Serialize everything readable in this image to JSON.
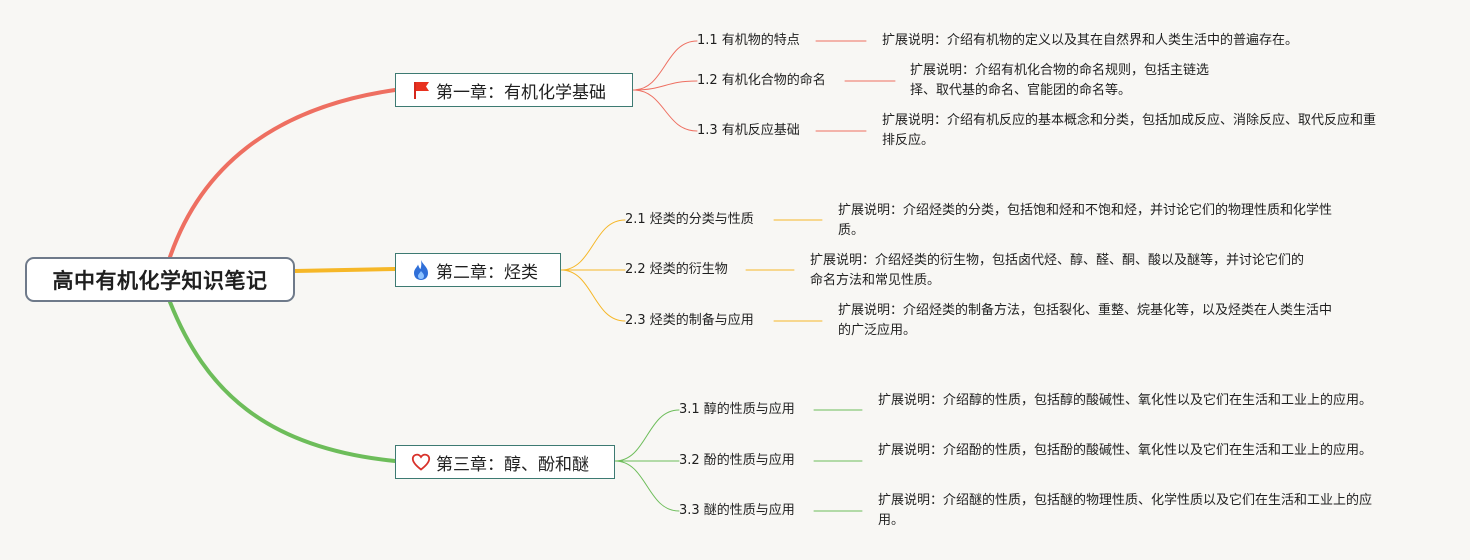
{
  "root": {
    "title": "高中有机化学知识笔记"
  },
  "chapters": [
    {
      "title": "第一章：有机化学基础",
      "icon": "red-flag-icon",
      "color": "#ee6f61",
      "sections": [
        {
          "title": "1.1 有机物的特点",
          "desc": "扩展说明：介绍有机物的定义以及其在自然界和人类生活中的普遍存在。"
        },
        {
          "title": "1.2 有机化合物的命名",
          "desc": "扩展说明：介绍有机化合物的命名规则，包括主链选择、取代基的命名、官能团的命名等。"
        },
        {
          "title": "1.3 有机反应基础",
          "desc": "扩展说明：介绍有机反应的基本概念和分类，包括加成反应、消除反应、取代反应和重排反应。"
        }
      ]
    },
    {
      "title": "第二章：烃类",
      "icon": "fire-icon",
      "color": "#f6b727",
      "sections": [
        {
          "title": "2.1 烃类的分类与性质",
          "desc": "扩展说明：介绍烃类的分类，包括饱和烃和不饱和烃，并讨论它们的物理性质和化学性质。"
        },
        {
          "title": "2.2 烃类的衍生物",
          "desc": "扩展说明：介绍烃类的衍生物，包括卤代烃、醇、醛、酮、酸以及醚等，并讨论它们的命名方法和常见性质。"
        },
        {
          "title": "2.3 烃类的制备与应用",
          "desc": "扩展说明：介绍烃类的制备方法，包括裂化、重整、烷基化等，以及烃类在人类生活中的广泛应用。"
        }
      ]
    },
    {
      "title": "第三章：醇、酚和醚",
      "icon": "heart-icon",
      "color": "#6dbd5a",
      "sections": [
        {
          "title": "3.1 醇的性质与应用",
          "desc": "扩展说明：介绍醇的性质，包括醇的酸碱性、氧化性以及它们在生活和工业上的应用。"
        },
        {
          "title": "3.2 酚的性质与应用",
          "desc": "扩展说明：介绍酚的性质，包括酚的酸碱性、氧化性以及它们在生活和工业上的应用。"
        },
        {
          "title": "3.3 醚的性质与应用",
          "desc": "扩展说明：介绍醚的性质，包括醚的物理性质、化学性质以及它们在生活和工业上的应用。"
        }
      ]
    }
  ]
}
